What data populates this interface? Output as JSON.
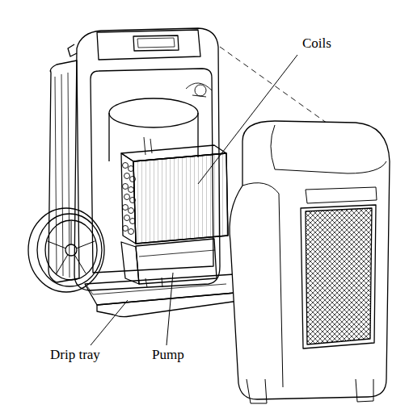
{
  "diagram": {
    "labels": [
      "Coils",
      "Drip tray",
      "Pump"
    ]
  }
}
